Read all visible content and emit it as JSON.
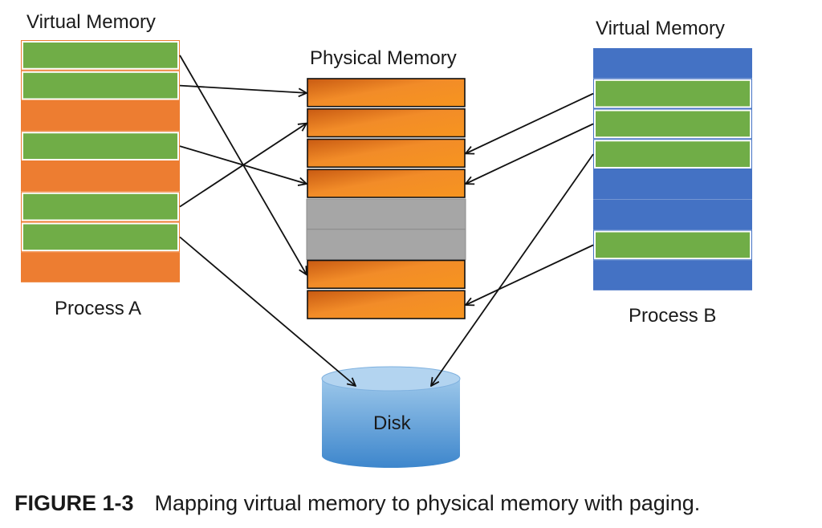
{
  "process_a": {
    "heading": "Virtual Memory",
    "label": "Process A",
    "pages": [
      "mapped",
      "mapped",
      "unmapped",
      "mapped",
      "unmapped",
      "mapped",
      "mapped",
      "unmapped"
    ]
  },
  "physical": {
    "heading": "Physical Memory",
    "frames": [
      "used",
      "used",
      "used",
      "used",
      "free",
      "free",
      "used",
      "used"
    ]
  },
  "process_b": {
    "heading": "Virtual Memory",
    "label": "Process B",
    "pages": [
      "unmapped",
      "mapped",
      "mapped",
      "mapped",
      "unmapped",
      "unmapped",
      "mapped",
      "unmapped"
    ]
  },
  "disk": {
    "label": "Disk"
  },
  "mappings": [
    {
      "from": "A",
      "page": 0,
      "to": "frame",
      "index": 6
    },
    {
      "from": "A",
      "page": 1,
      "to": "frame",
      "index": 0
    },
    {
      "from": "A",
      "page": 3,
      "to": "frame",
      "index": 3
    },
    {
      "from": "A",
      "page": 5,
      "to": "frame",
      "index": 1
    },
    {
      "from": "A",
      "page": 6,
      "to": "disk"
    },
    {
      "from": "B",
      "page": 1,
      "to": "frame",
      "index": 2
    },
    {
      "from": "B",
      "page": 2,
      "to": "frame",
      "index": 3
    },
    {
      "from": "B",
      "page": 3,
      "to": "disk"
    },
    {
      "from": "B",
      "page": 6,
      "to": "frame",
      "index": 7
    }
  ],
  "colors": {
    "process_a_page": "#ed7d31",
    "mapped_page": "#70ad47",
    "process_b_page": "#4472c4",
    "frame_used": "#f28c28",
    "frame_free": "#a6a6a6",
    "disk": "#5b9bd5"
  },
  "caption": {
    "number": "FIGURE 1-3",
    "text": "Mapping virtual memory to physical memory with paging."
  }
}
